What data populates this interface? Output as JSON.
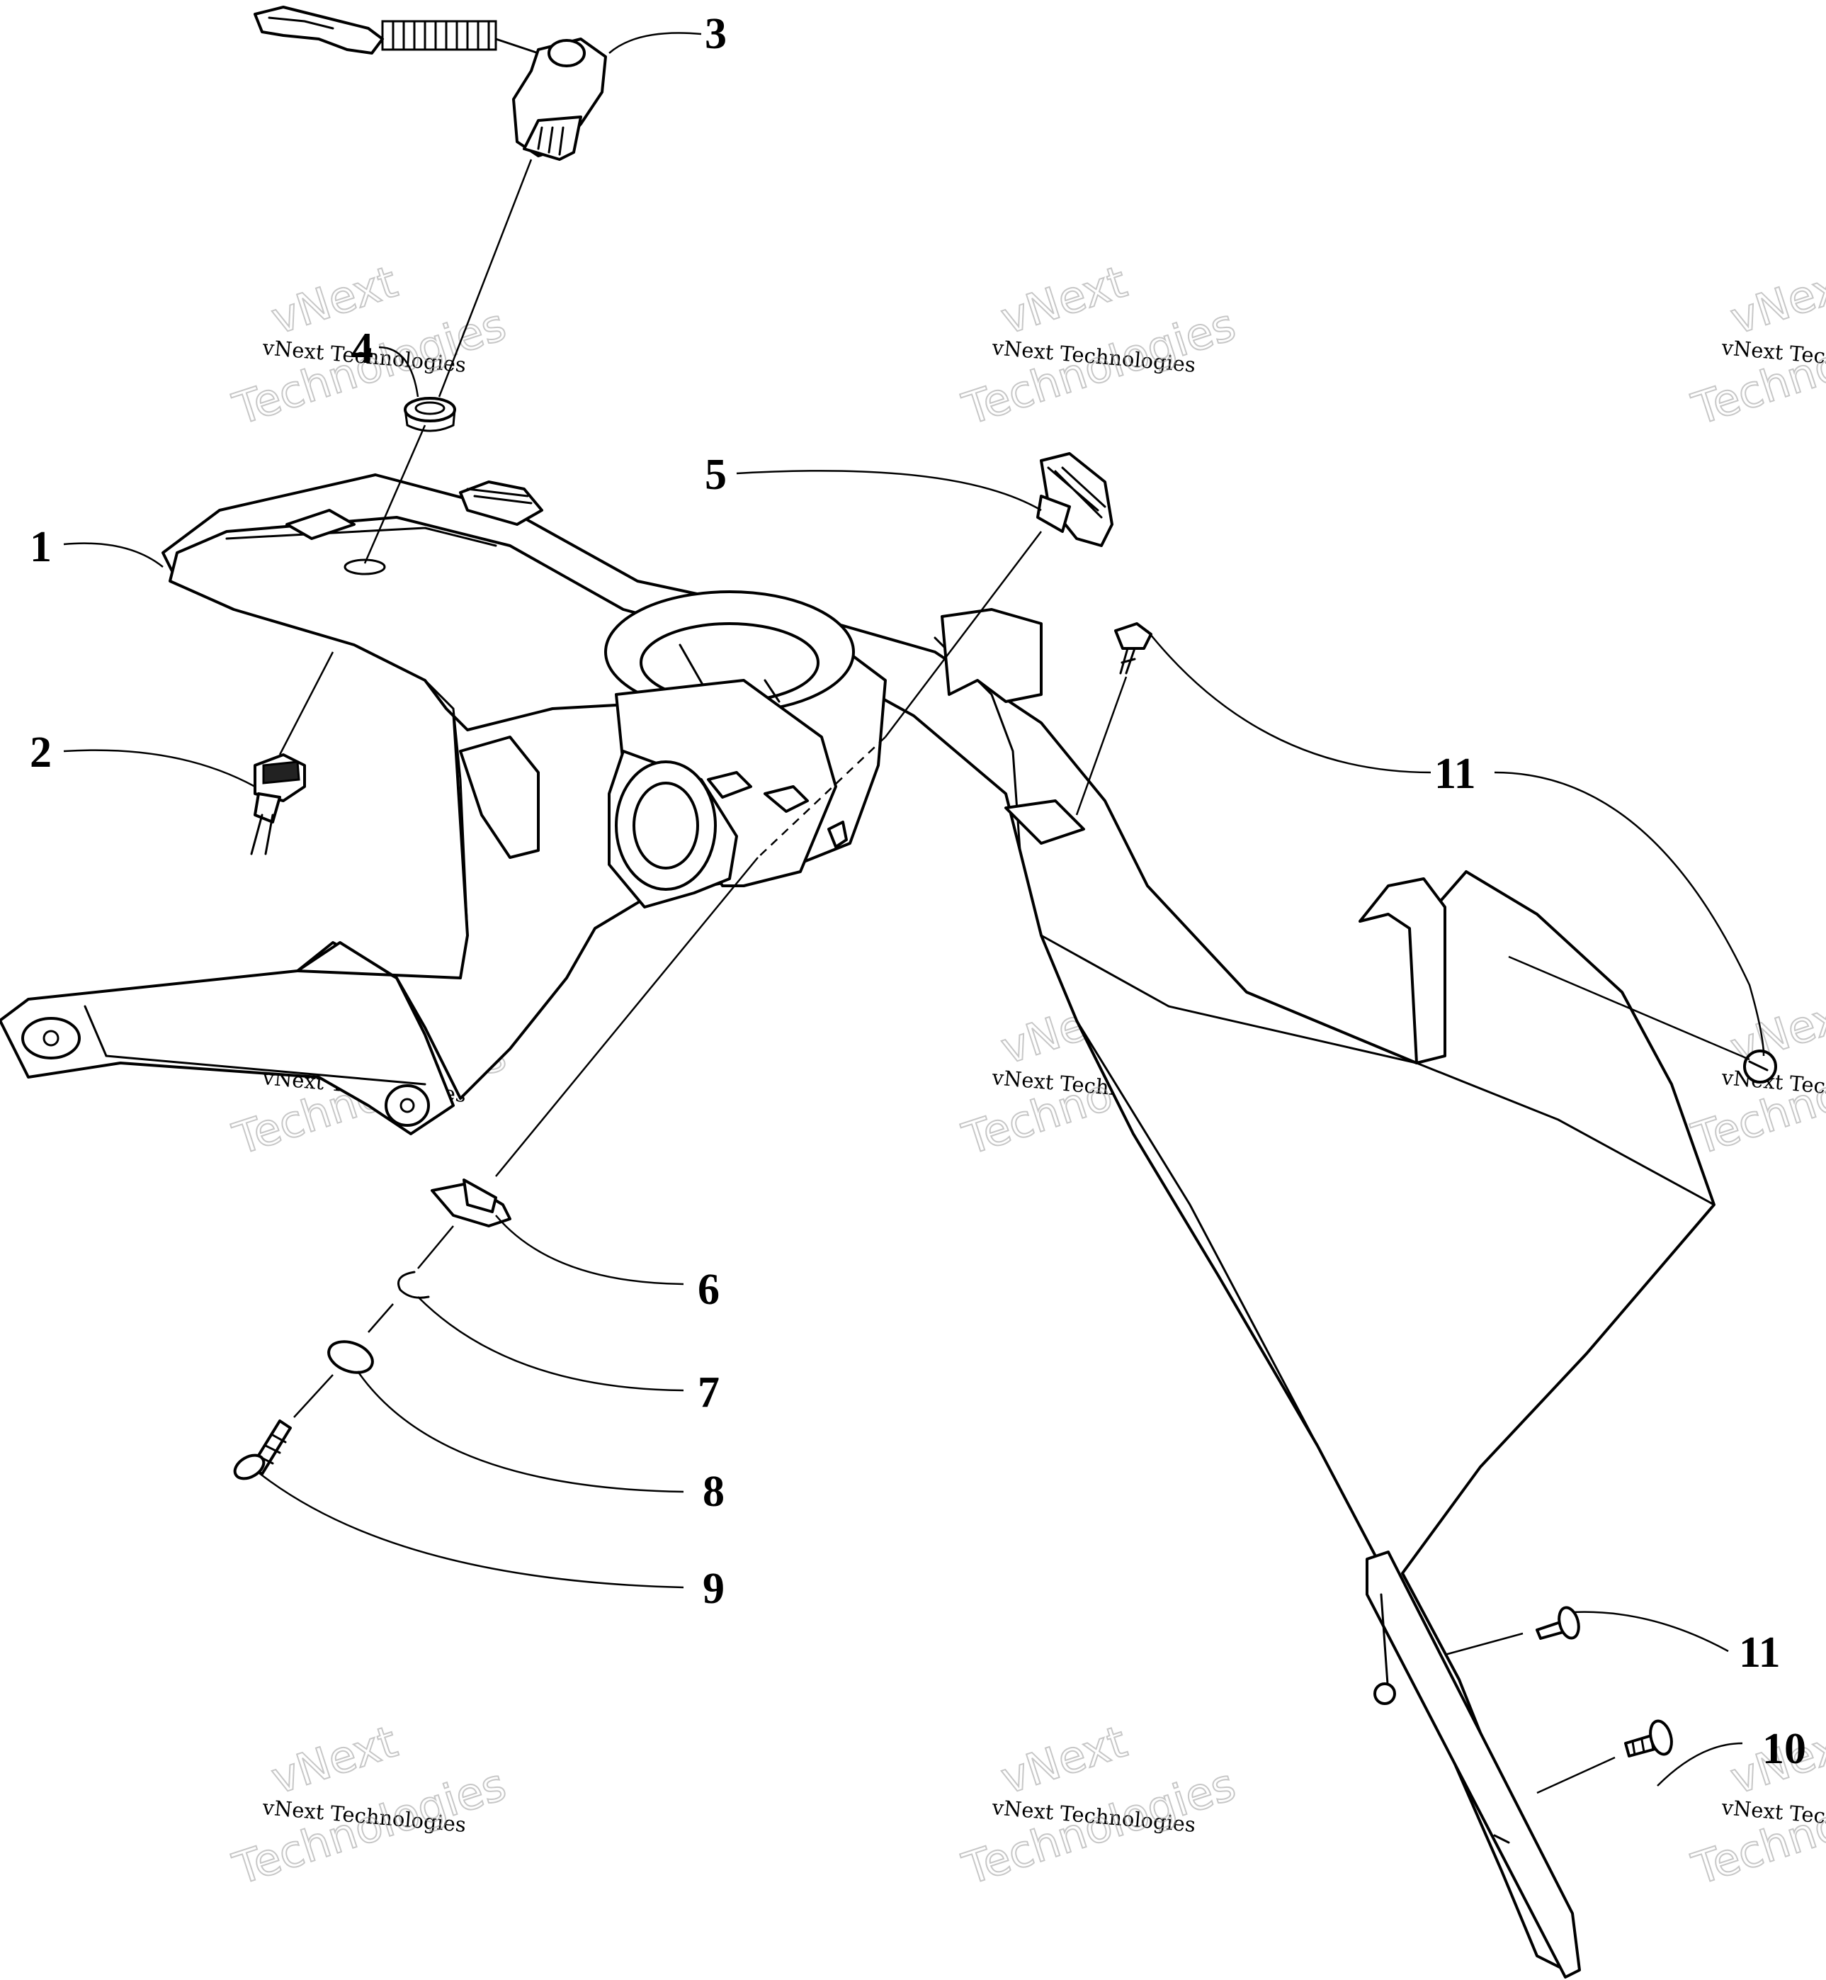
{
  "callouts": [
    "1",
    "2",
    "3",
    "4",
    "5",
    "6",
    "7",
    "8",
    "9",
    "10",
    "11",
    "11"
  ],
  "watermark": {
    "small": "vNext Technologies",
    "top": "vNext",
    "bottom": "Technologies"
  },
  "colors": {
    "ink": "#000000",
    "paper": "#ffffff",
    "watermark": "#9a9a9a"
  }
}
